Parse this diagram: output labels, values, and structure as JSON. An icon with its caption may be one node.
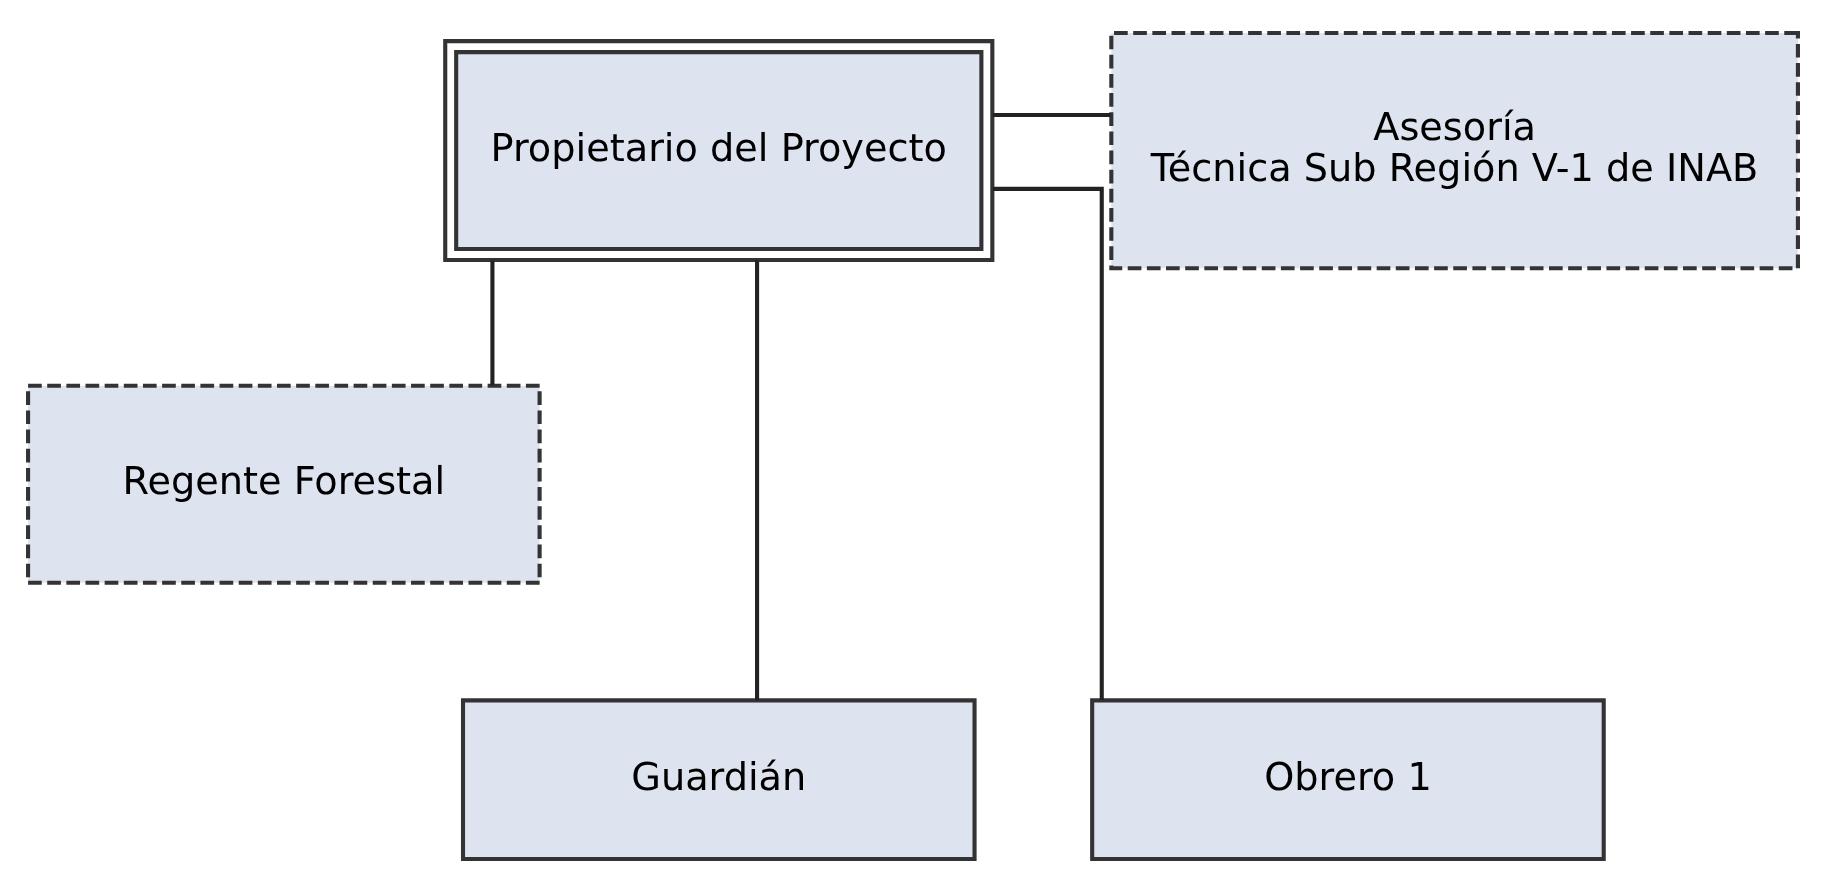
{
  "diagram": {
    "nodes": [
      {
        "text": [
          "Propietario del Proyecto"
        ]
      },
      {
        "text": [
          "Asesoría",
          "Técnica Sub Región V-1 de INAB"
        ]
      },
      {
        "text": [
          "Regente Forestal"
        ]
      },
      {
        "text": [
          "Guardián"
        ]
      },
      {
        "text": [
          "Obrero 1"
        ]
      }
    ],
    "edges": [
      {
        "from": 0,
        "to": 2,
        "arrow": "none"
      },
      {
        "from": 0,
        "to": 1,
        "arrow": "none"
      },
      {
        "from": 0,
        "to": 3,
        "arrow": "none"
      },
      {
        "from": 0,
        "to": 4,
        "arrow": "none"
      }
    ]
  }
}
